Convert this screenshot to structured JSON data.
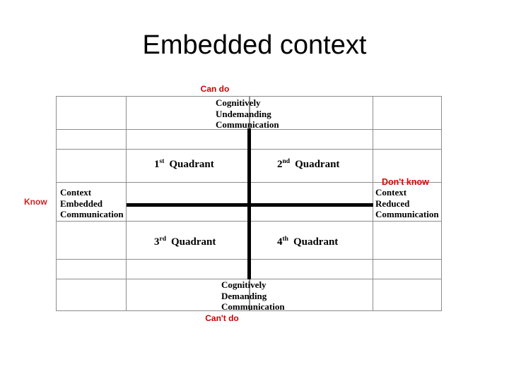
{
  "slide": {
    "title": "Embedded context",
    "background": "#ffffff"
  },
  "colors": {
    "red_primary": "#cc0000",
    "red_bright": "#e10000",
    "red_muted": "#cc2222",
    "grid_line": "#8c8c8c",
    "axis_line": "#000000",
    "text": "#000000"
  },
  "diagram": {
    "type": "cummins-quadrant-matrix",
    "axes": {
      "vertical": {
        "top_pole": "Can do",
        "bottom_pole": "Can't do",
        "top_description": "Cognitively\nUndemanding\nCommunication",
        "bottom_description": "Cognitively\nDemanding\nCommunication"
      },
      "horizontal": {
        "left_pole": "Know",
        "right_pole": "Don't know",
        "left_description": "Context\nEmbedded\nCommunication",
        "right_description": "Context\nReduced\nCommunication"
      }
    },
    "quadrants": [
      {
        "ordinal_number": "1",
        "ordinal_suffix": "st",
        "label": "Quadrant",
        "position": "top-left"
      },
      {
        "ordinal_number": "2",
        "ordinal_suffix": "nd",
        "label": "Quadrant",
        "position": "top-right"
      },
      {
        "ordinal_number": "3",
        "ordinal_suffix": "rd",
        "label": "Quadrant",
        "position": "bottom-left"
      },
      {
        "ordinal_number": "4",
        "ordinal_suffix": "th",
        "label": "Quadrant",
        "position": "bottom-right"
      }
    ],
    "grid": {
      "columns": 4,
      "rows": 7
    }
  }
}
